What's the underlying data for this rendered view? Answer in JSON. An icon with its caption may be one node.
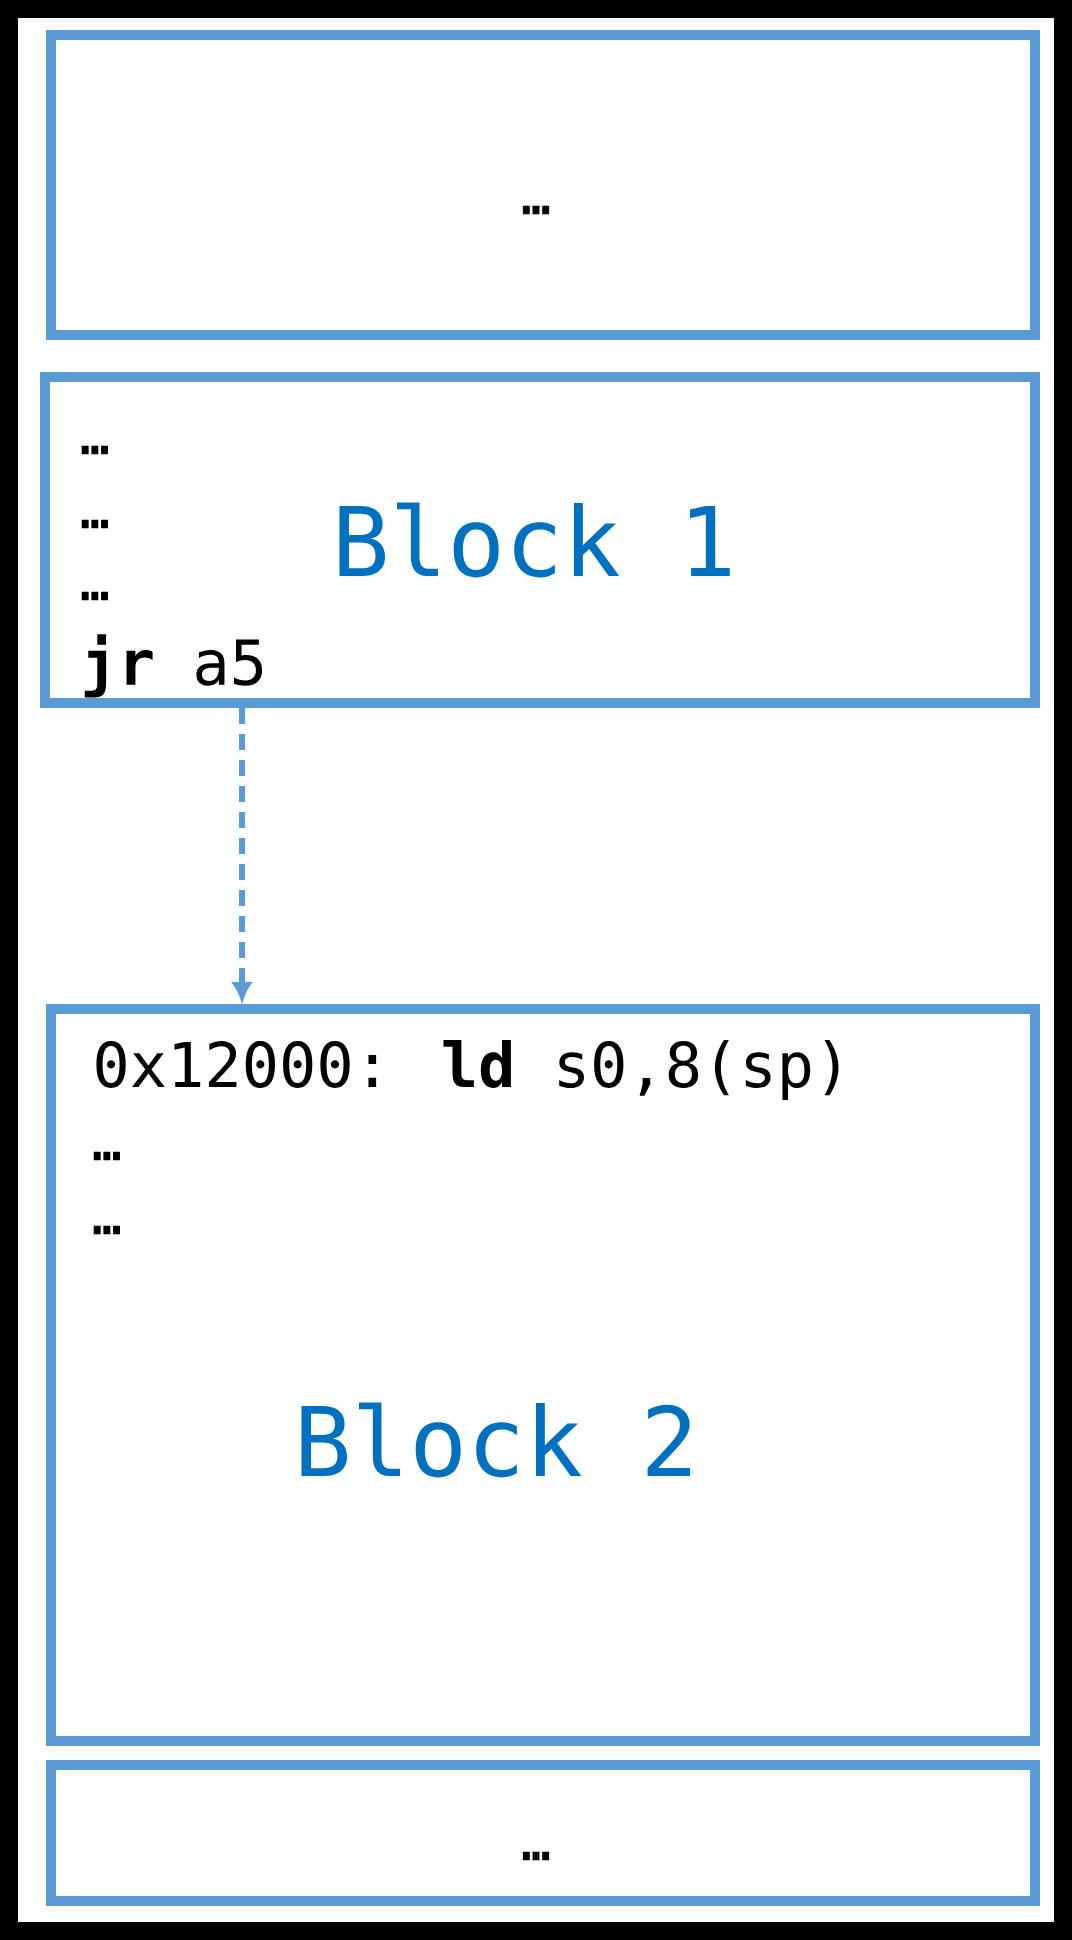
{
  "diagram": {
    "nodes": [
      {
        "text": [
          "…"
        ]
      },
      {
        "text": [
          "…",
          "…",
          "Block 1",
          "…",
          "**jr** a5"
        ]
      },
      {
        "text": [
          "0x12000: **ld** s0,8(sp)",
          "…",
          "…",
          "Block 2"
        ]
      },
      {
        "text": [
          "…"
        ]
      }
    ],
    "edges": [
      {
        "from": 1,
        "to": 2,
        "arrow": "to",
        "style": "dashed"
      }
    ]
  }
}
